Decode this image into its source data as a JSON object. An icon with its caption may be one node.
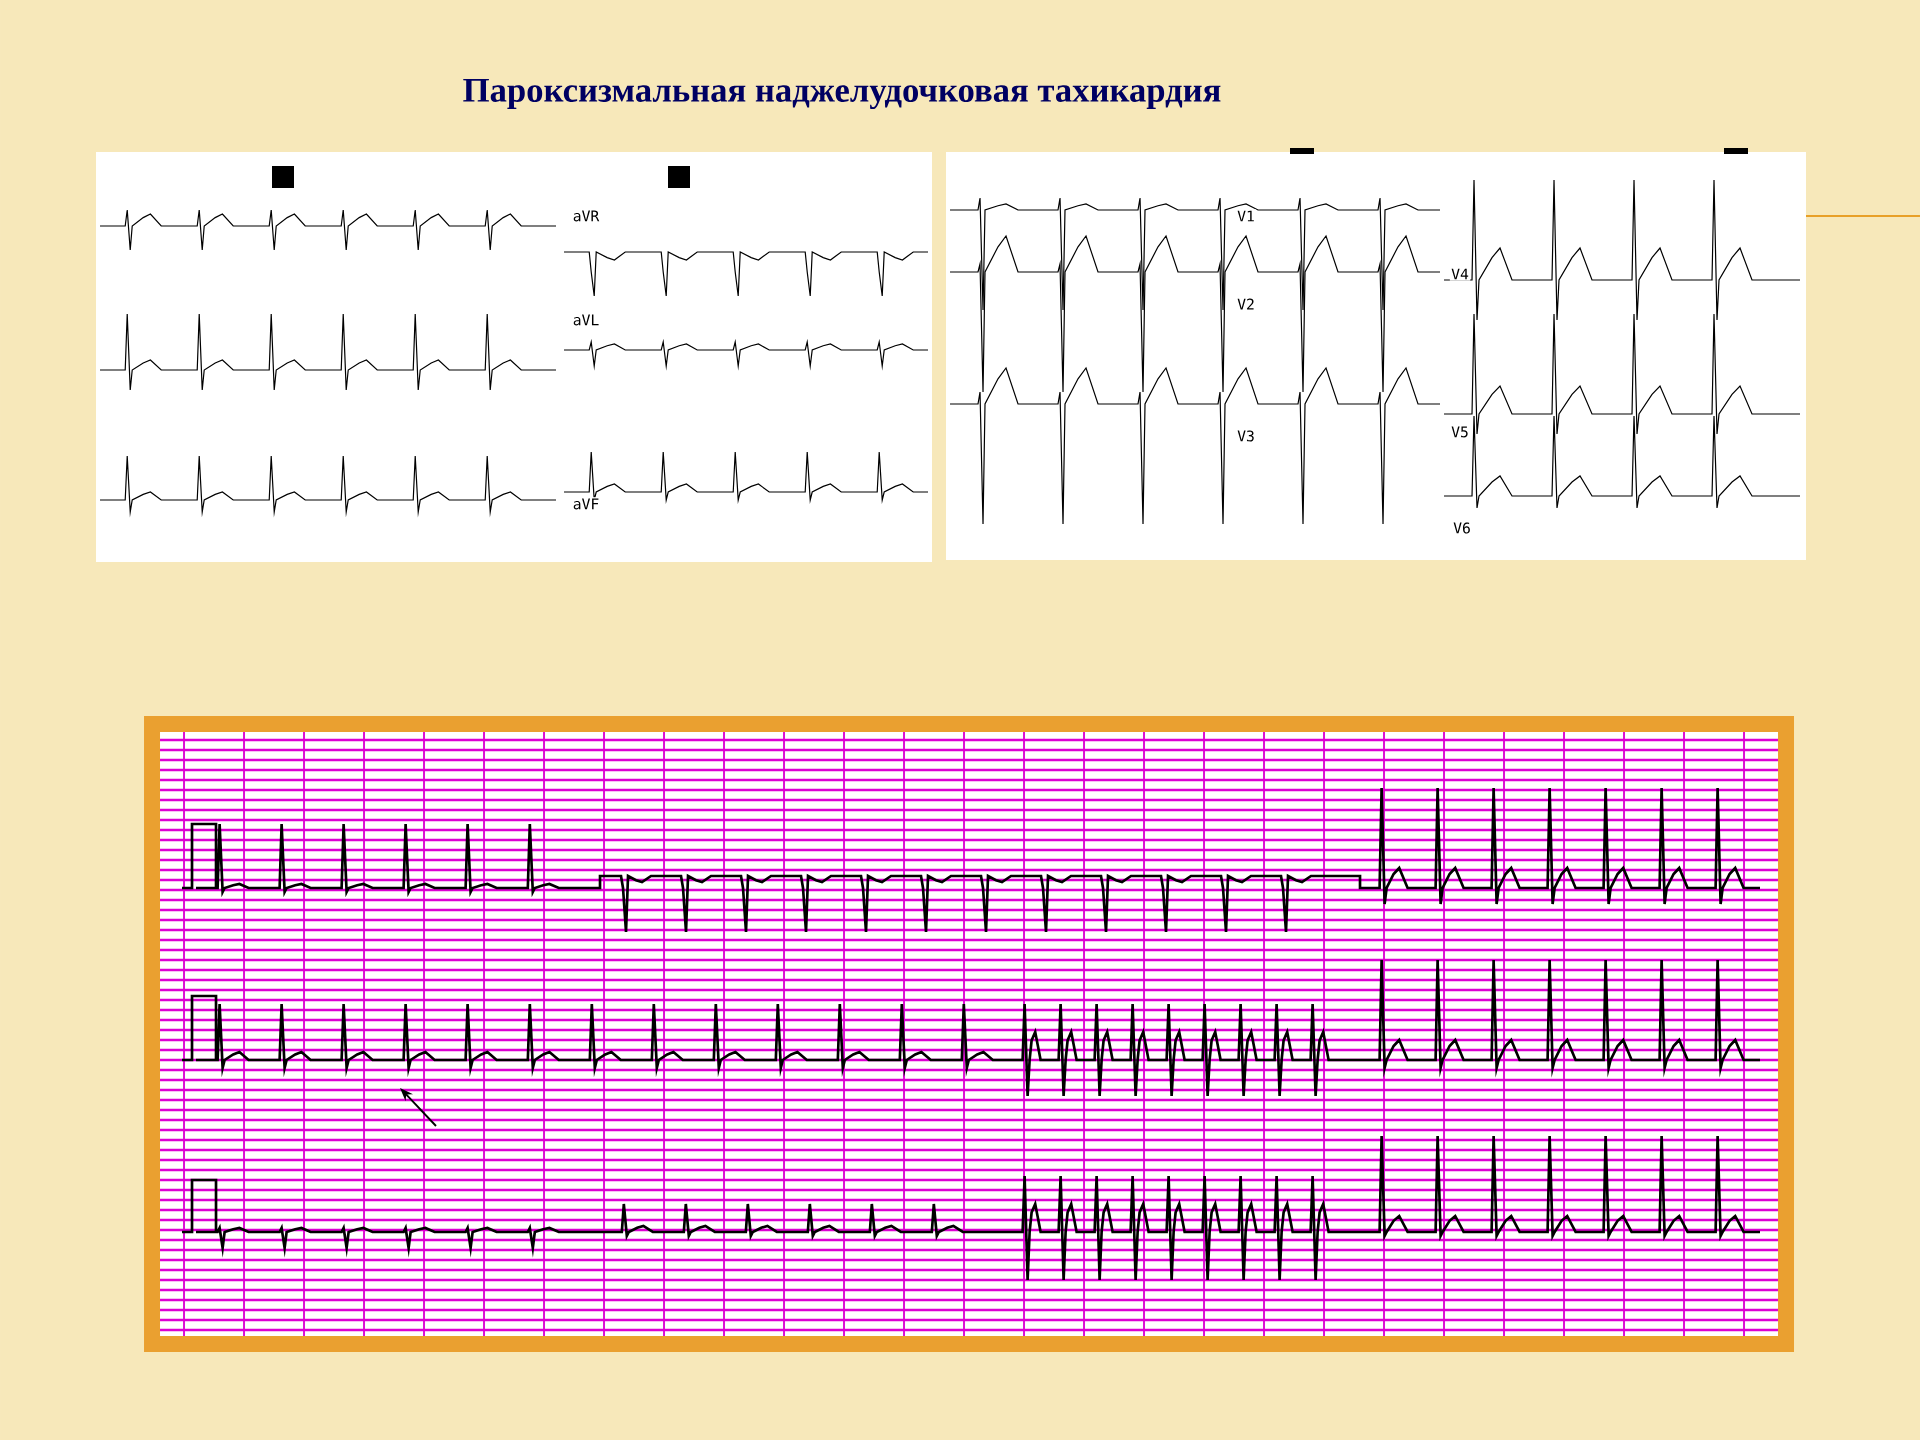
{
  "diagram": {
    "title": "Пароксизмальная наджелудочковая тахикардия",
    "labels": [
      "aVR",
      "aVL",
      "aVF",
      "V1",
      "V2",
      "V3",
      "V4",
      "V5",
      "V6"
    ]
  }
}
